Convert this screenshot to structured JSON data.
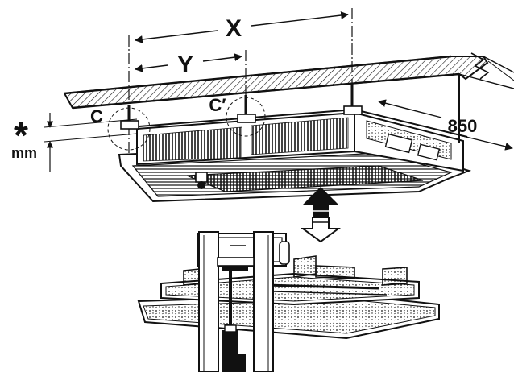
{
  "labels": {
    "x": "X",
    "y": "Y",
    "c": "C",
    "c_prime": "C′",
    "asterisk": "*",
    "mm": "mm",
    "depth": "850"
  },
  "colors": {
    "ink": "#111111",
    "paper": "#ffffff",
    "shade": "#d9d9d9"
  }
}
